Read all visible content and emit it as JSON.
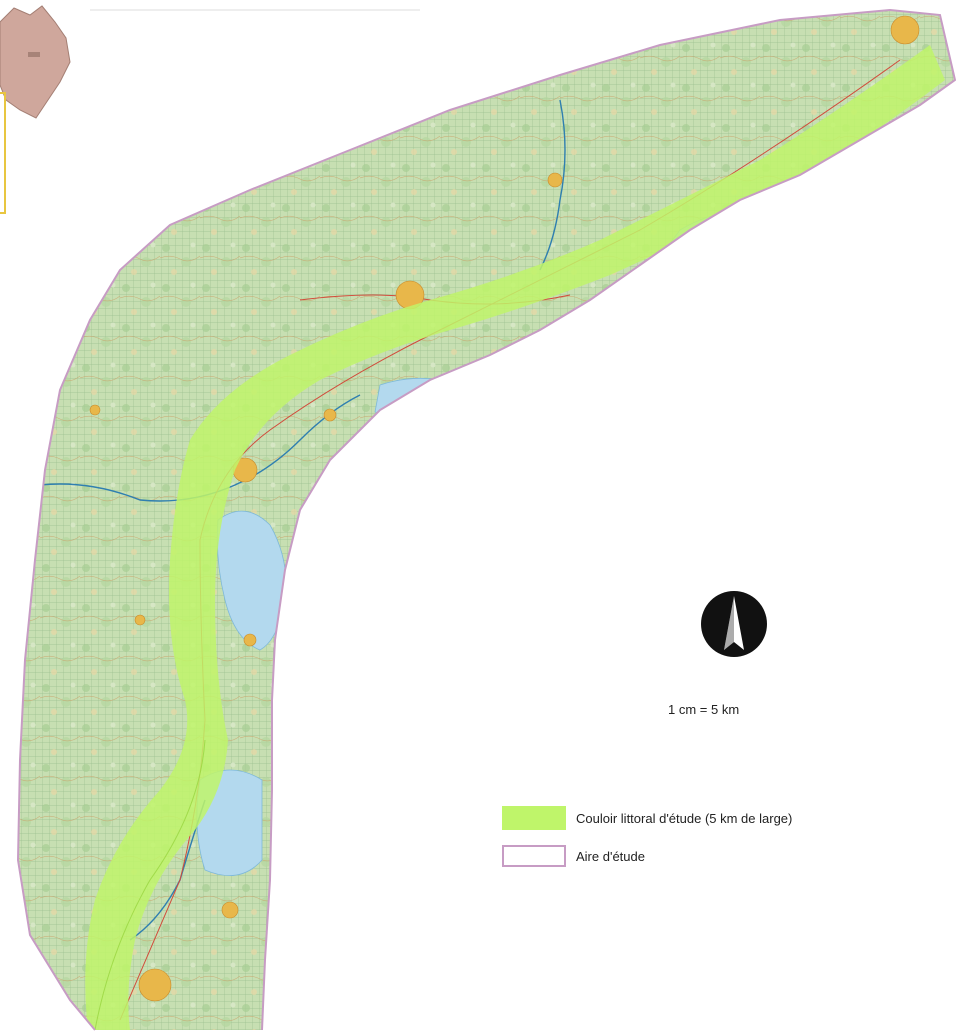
{
  "map": {
    "scale_label": "1 cm = 5 km",
    "north_arrow_icon": "north-arrow-icon",
    "legend": [
      {
        "label": "Couloir littoral d'étude (5 km de large)",
        "swatch_color": "#bff56a",
        "kind": "fill"
      },
      {
        "label": "Aire d'étude",
        "swatch_color": "#c79cc4",
        "kind": "outline"
      }
    ],
    "colors": {
      "terrain": "#c7dfb2",
      "terrain_grid": "#9bbf8f",
      "water": "#b3d9ee",
      "corridor": "#bff56a",
      "boundary": "#c79cc4",
      "towns": "#e8b74a",
      "rivers": "#2f7fb0",
      "inset_region": "#cfa79c",
      "inset_frame": "#e8c640"
    }
  }
}
